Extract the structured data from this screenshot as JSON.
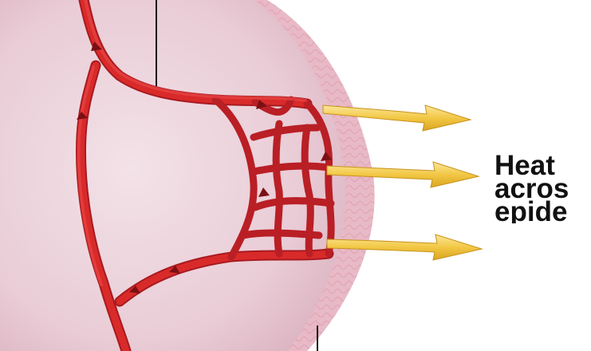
{
  "label": {
    "lines": [
      "Heat",
      "acros",
      "epide"
    ]
  },
  "colors": {
    "dermis": "#ecd3dc",
    "epidermis": "#e8b9c6",
    "vessel": "#d92a2a",
    "vessel_dark": "#a81a1f",
    "arrow": "#f2c744",
    "pointer_line": "#111111"
  }
}
